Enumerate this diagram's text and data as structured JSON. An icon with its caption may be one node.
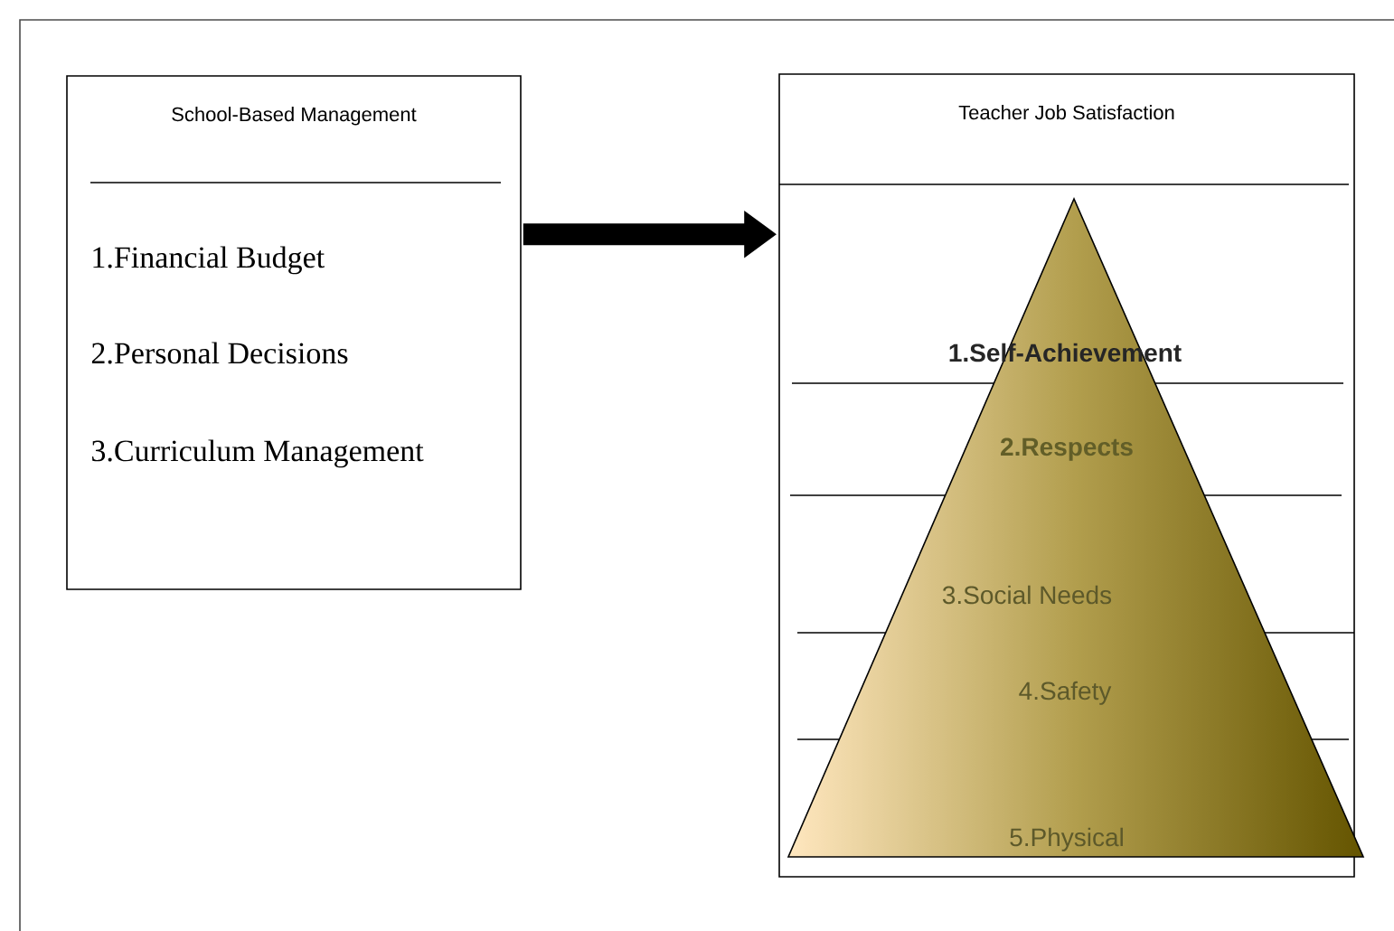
{
  "diagram": {
    "nodes": [
      {
        "text": [
          "School-Based Management",
          "1.Financial Budget",
          "2.Personal Decisions",
          "3.Curriculum Management"
        ]
      },
      {
        "text": [
          "Teacher Job Satisfaction"
        ]
      },
      {
        "text": [
          "1.Self-Achievement",
          "2.Respects",
          "3.Social Needs",
          "4.Safety",
          "5.Physical"
        ],
        "in": 1
      }
    ],
    "edges": [
      {
        "from": 0,
        "to": 1,
        "arrow": "to"
      }
    ]
  }
}
